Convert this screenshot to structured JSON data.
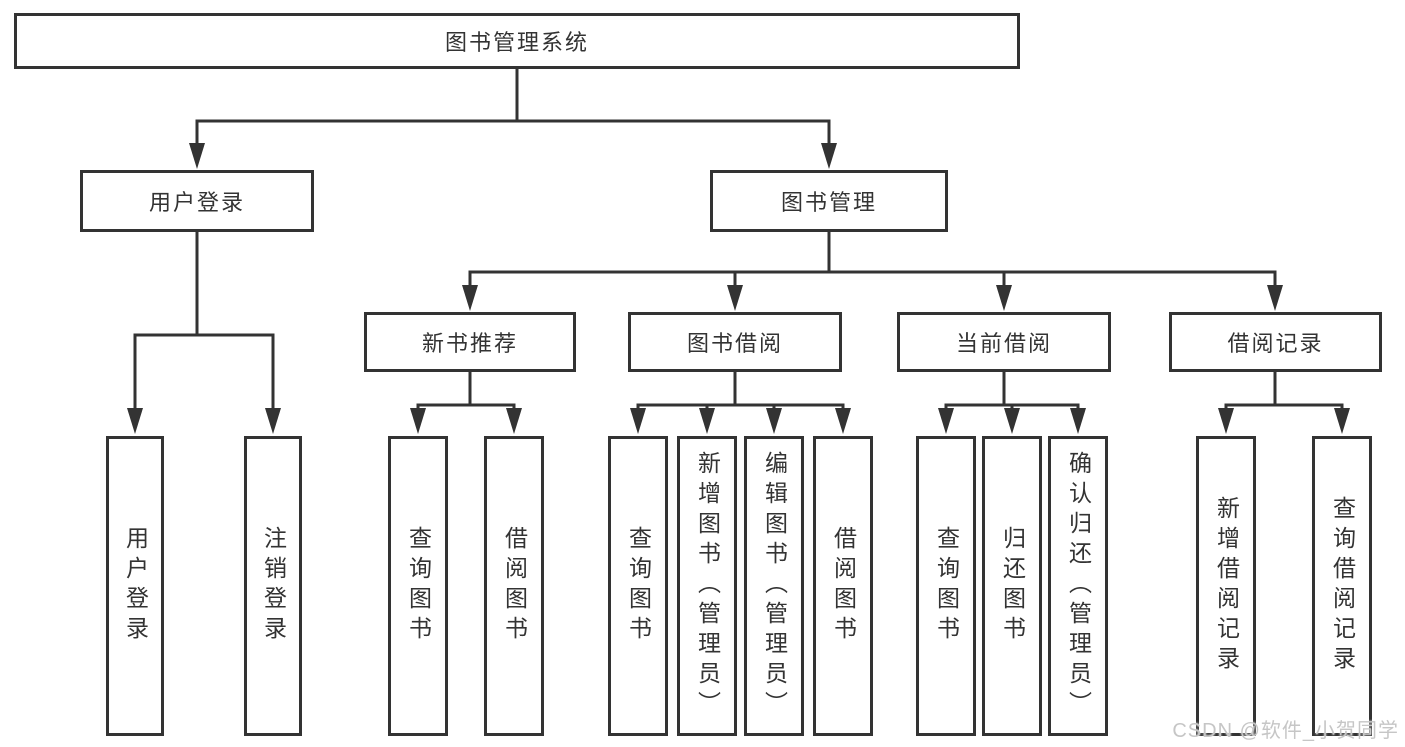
{
  "page": {
    "background": "#ffffff"
  },
  "colors": {
    "line": "#333333",
    "box_border": "#333333",
    "text": "#333333",
    "watermark": "#c6c6c6"
  },
  "tree": {
    "root": {
      "label": "图书管理系统"
    },
    "level2": [
      {
        "label": "用户登录",
        "parent": "图书管理系统"
      },
      {
        "label": "图书管理",
        "parent": "图书管理系统"
      }
    ],
    "level3": [
      {
        "label": "新书推荐",
        "parent": "图书管理"
      },
      {
        "label": "图书借阅",
        "parent": "图书管理"
      },
      {
        "label": "当前借阅",
        "parent": "图书管理"
      },
      {
        "label": "借阅记录",
        "parent": "图书管理"
      }
    ],
    "leaves": [
      {
        "label": "用户登录",
        "parent": "用户登录"
      },
      {
        "label": "注销登录",
        "parent": "用户登录"
      },
      {
        "label": "查询图书",
        "parent": "新书推荐"
      },
      {
        "label": "借阅图书",
        "parent": "新书推荐"
      },
      {
        "label": "查询图书",
        "parent": "图书借阅"
      },
      {
        "label": "新增图书（管理员）",
        "parent": "图书借阅"
      },
      {
        "label": "编辑图书（管理员）",
        "parent": "图书借阅"
      },
      {
        "label": "借阅图书",
        "parent": "图书借阅"
      },
      {
        "label": "查询图书",
        "parent": "当前借阅"
      },
      {
        "label": "归还图书",
        "parent": "当前借阅"
      },
      {
        "label": "确认归还（管理员）",
        "parent": "当前借阅"
      },
      {
        "label": "新增借阅记录",
        "parent": "借阅记录"
      },
      {
        "label": "查询借阅记录",
        "parent": "借阅记录"
      }
    ]
  },
  "watermark": {
    "text": "CSDN @软件_小贺同学"
  }
}
